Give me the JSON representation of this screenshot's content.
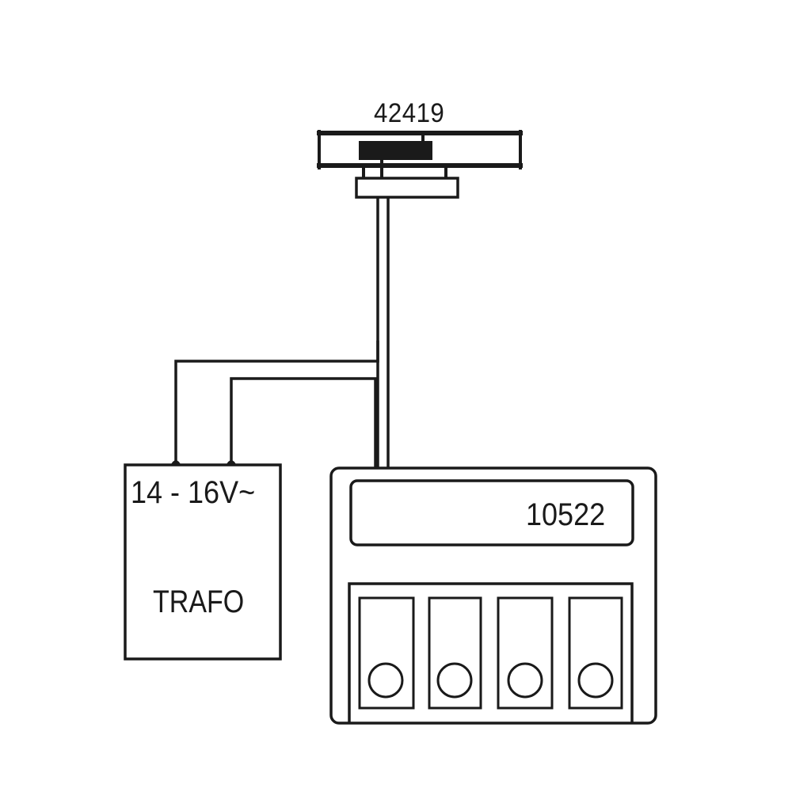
{
  "diagram": {
    "type": "wiring-diagram",
    "background": "#ffffff",
    "line_color": "#1a1a1a",
    "components": {
      "decoder": {
        "label": "42419",
        "description": "turnout / track accessory unit mounted on rail section"
      },
      "transformer": {
        "voltage_label": "14 - 16V~",
        "name_label": "TRAFO"
      },
      "control_unit": {
        "label": "10522",
        "button_count": 4,
        "buttons": [
          {
            "index": 1
          },
          {
            "index": 2
          },
          {
            "index": 3
          },
          {
            "index": 4
          }
        ]
      }
    },
    "connections": [
      {
        "from": "transformer.terminal_1",
        "to": "decoder"
      },
      {
        "from": "transformer.terminal_2",
        "to": "control_unit"
      },
      {
        "from": "control_unit",
        "to": "decoder"
      }
    ]
  }
}
